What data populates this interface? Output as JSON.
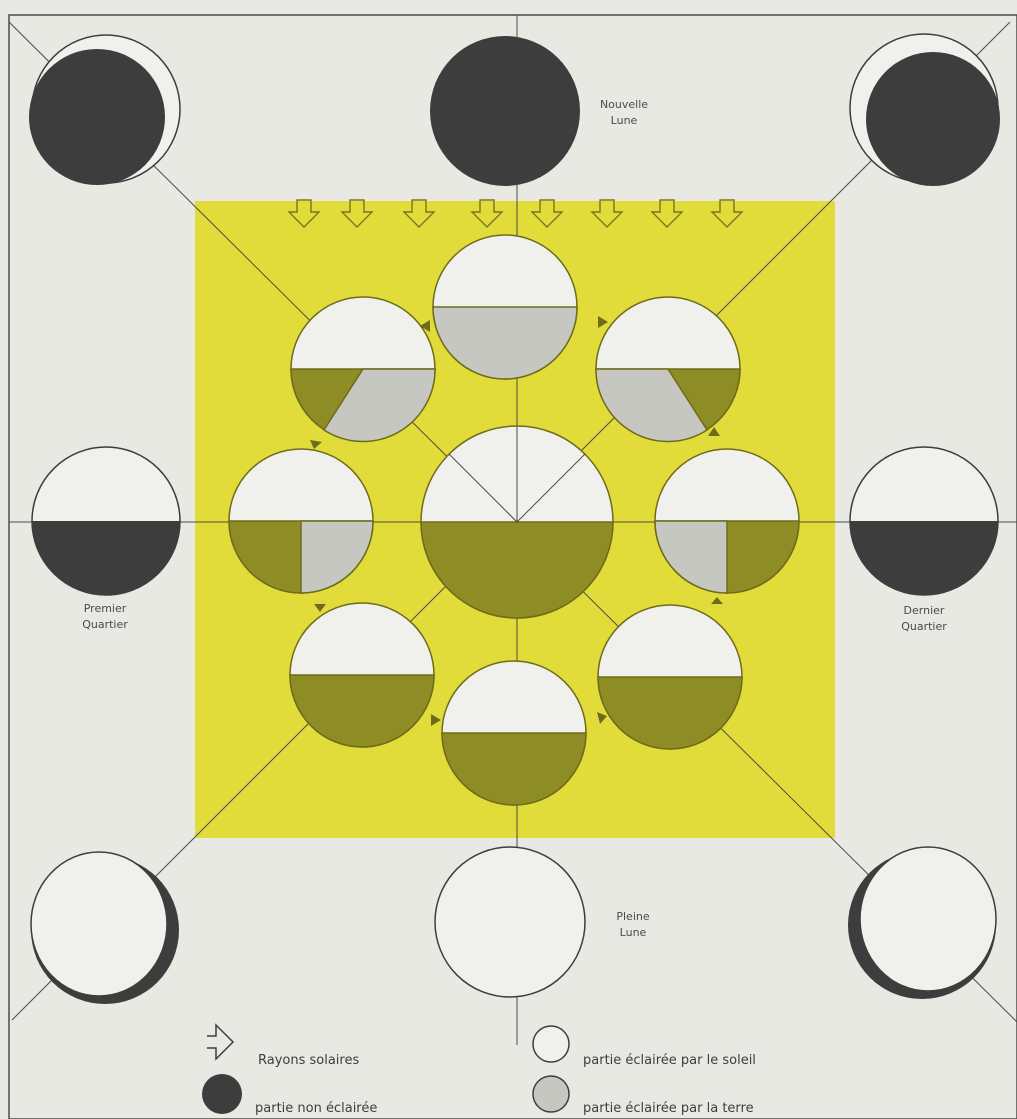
{
  "labels": {
    "new_moon_line1": "Nouvelle",
    "new_moon_line2": "Lune",
    "first_quarter_line1": "Premier",
    "first_quarter_line2": "Quartier",
    "last_quarter_line1": "Dernier",
    "last_quarter_line2": "Quartier",
    "full_moon_line1": "Pleine",
    "full_moon_line2": "Lune"
  },
  "legend": {
    "sun_rays": "Rayons solaires",
    "unlit": "partie non éclairée",
    "lit_by_sun": "partie éclairée par le soleil",
    "lit_by_earth": "partie éclairée par la terre"
  },
  "colors": {
    "background": "#e9e9e4",
    "yellow_panel": "#e2dc3b",
    "dark_moon": "#3d3d3d",
    "olive": "#8e8c25",
    "earthshine_gray": "#c7c7c2",
    "light": "#f0f0ec",
    "line": "#4a4a47"
  }
}
